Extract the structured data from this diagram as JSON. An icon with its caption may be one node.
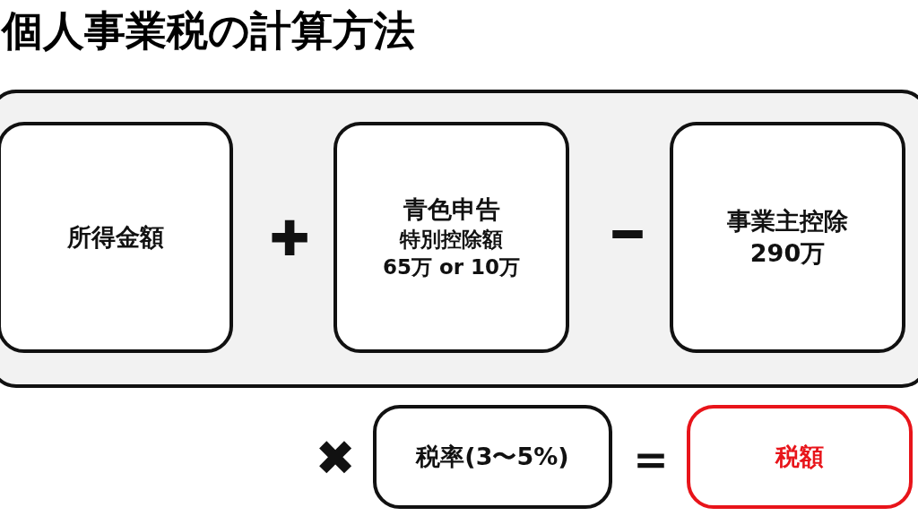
{
  "diagram": {
    "title": "個人事業税の計算方法",
    "nodes": [
      {
        "text": [],
        "shape": "box"
      },
      {
        "text": [
          "所得金額"
        ],
        "in": 0
      },
      {
        "text": [
          "青色申告",
          "特別控除額",
          "65万 or 10万"
        ],
        "in": 0
      },
      {
        "text": [
          "事業主控除",
          "290万"
        ],
        "in": 0
      },
      {
        "text": [
          "税率(3〜5%)"
        ]
      },
      {
        "text": [
          "税額"
        ]
      }
    ],
    "labels": [
      "✚",
      "━",
      "✖",
      "＝"
    ]
  }
}
